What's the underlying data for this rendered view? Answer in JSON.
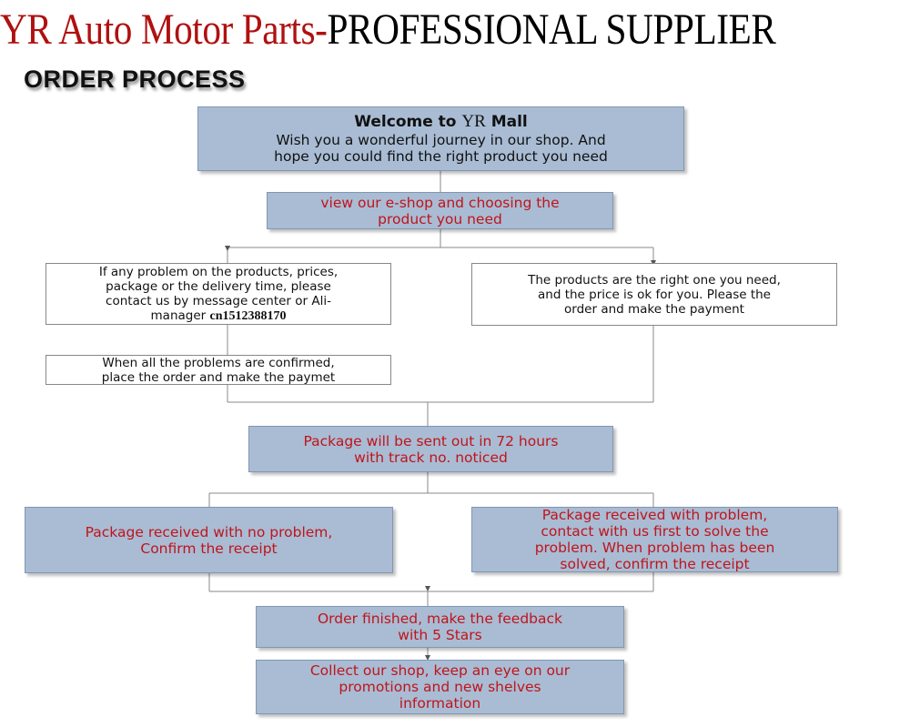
{
  "banner": {
    "brand": "YR Auto Motor Parts-",
    "tagline": "PROFESSIONAL SUPPLIER"
  },
  "section_title": "ORDER PROCESS",
  "colors": {
    "brand_red": "#b01010",
    "step_text_red": "#c0141a",
    "box_blue": "#a9bcd4",
    "connector_gray": "#888888"
  },
  "steps": {
    "welcome": {
      "heading_prefix": "Welcome to ",
      "heading_brand": "YR",
      "heading_suffix": " Mall",
      "body_line1": "Wish you a wonderful journey in our shop. And",
      "body_line2": "hope you could find the right product you need"
    },
    "view_shop": {
      "line1": "view our e-shop and choosing the",
      "line2": "product you need"
    },
    "problem_contact": {
      "line1": "If any problem on the products, prices,",
      "line2": "package or the delivery time, please",
      "line3": "contact us by message center or Ali-",
      "line4_prefix": "manager ",
      "line4_id": "cn1512388170"
    },
    "product_ok": {
      "line1": "The products are the right one you need,",
      "line2": "and the price is ok for you. Please the",
      "line3": "order and make the payment"
    },
    "problems_confirmed": {
      "line1": "When all the problems are confirmed,",
      "line2": "place the order and make the paymet"
    },
    "package_sent": {
      "line1": "Package will be sent out in 72 hours",
      "line2": "with track no. noticed"
    },
    "received_ok": {
      "line1": "Package received with no problem,",
      "line2": "Confirm the receipt"
    },
    "received_problem": {
      "line1": "Package received with problem,",
      "line2": "contact with us first to solve the",
      "line3": "problem. When problem has been",
      "line4": "solved, confirm the receipt"
    },
    "order_finished": {
      "line1": "Order finished, make the feedback",
      "line2": "with 5 Stars"
    },
    "collect_shop": {
      "line1": "Collect our shop, keep an eye on our",
      "line2": "promotions and new shelves",
      "line3": "information"
    }
  }
}
